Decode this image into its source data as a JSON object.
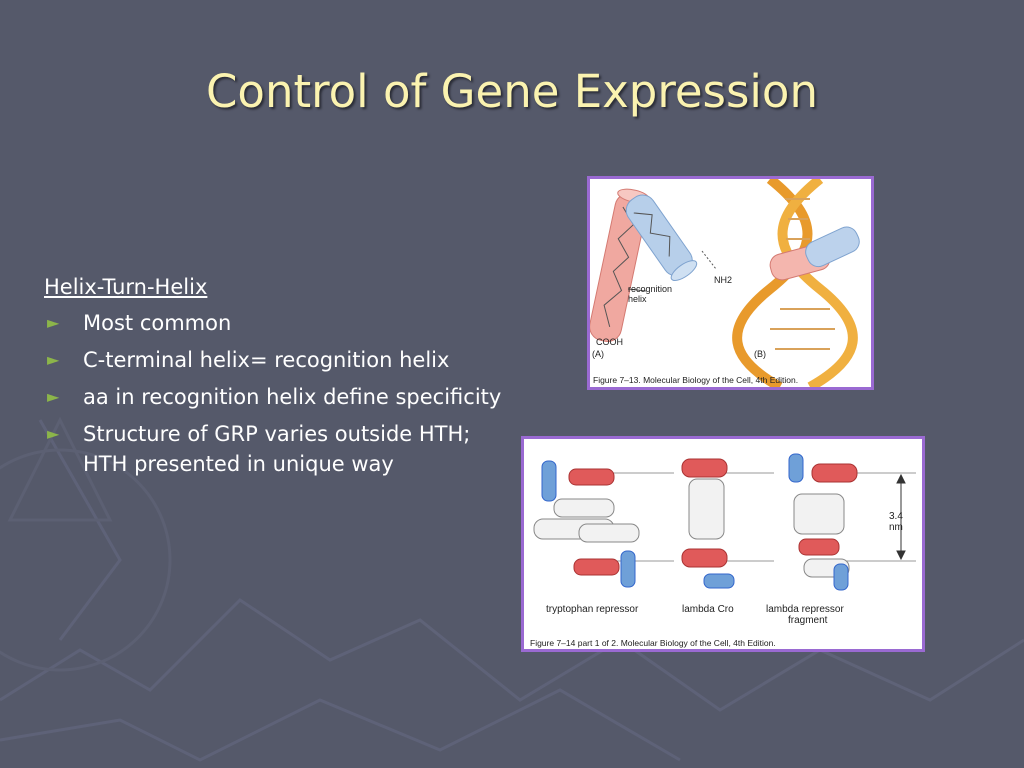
{
  "slide": {
    "title": "Control of Gene Expression",
    "heading": "Helix-Turn-Helix",
    "bullet_glyph": "►",
    "bullets": [
      "Most common",
      "C-terminal helix= recognition helix",
      "aa in recognition helix define specificity",
      "Structure of GRP varies outside HTH; HTH presented in unique way"
    ]
  },
  "figure1": {
    "label_recognition": "recognition",
    "label_helix": "helix",
    "label_nh2": "NH2",
    "label_cooh": "COOH",
    "panel_a": "(A)",
    "panel_b": "(B)",
    "caption": "Figure 7–13. Molecular Biology of the Cell, 4th Edition."
  },
  "figure2": {
    "label_trp": "tryptophan repressor",
    "label_cro": "lambda Cro",
    "label_lambda_line1": "lambda repressor",
    "label_lambda_line2": "fragment",
    "dimension_value": "3.4",
    "dimension_unit": "nm",
    "caption": "Figure 7–14 part 1 of 2. Molecular Biology of the Cell, 4th Edition."
  },
  "colors": {
    "background": "#55596a",
    "title": "#fbf3b0",
    "bullet_arrow": "#8cb54a",
    "figure_border": "#9a6ad2",
    "helix_red": "#e05a5a",
    "helix_blue": "#6fa0d8",
    "dna_orange": "#e89a2c"
  }
}
